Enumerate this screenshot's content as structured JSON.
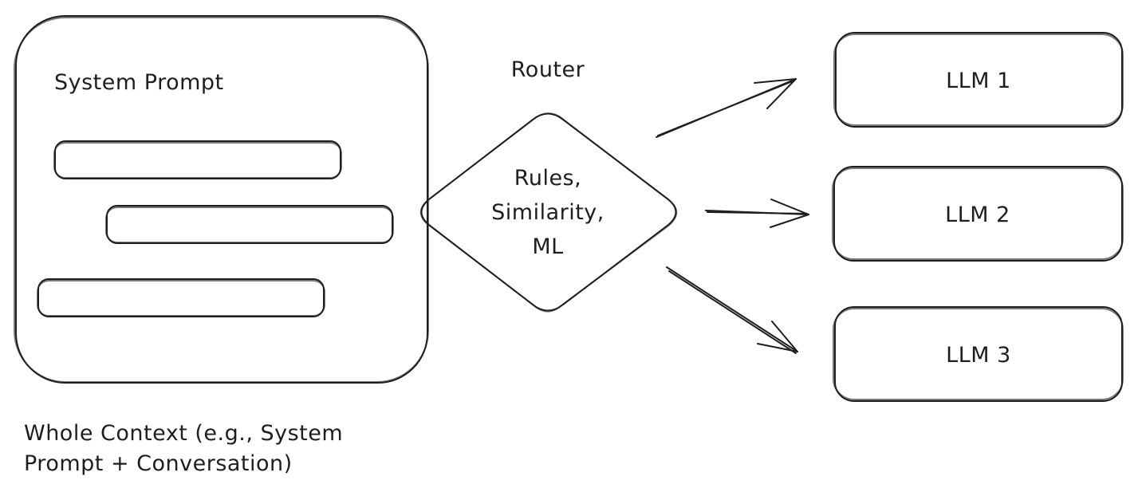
{
  "diagram": {
    "context_box": {
      "title": "System Prompt",
      "caption_lines": [
        "Whole Context (e.g., System",
        "Prompt + Conversation)"
      ]
    },
    "router": {
      "title": "Router",
      "label_lines": [
        "Rules,",
        "Similarity,",
        "ML"
      ]
    },
    "models": [
      {
        "label": "LLM 1"
      },
      {
        "label": "LLM 2"
      },
      {
        "label": "LLM 3"
      }
    ]
  }
}
